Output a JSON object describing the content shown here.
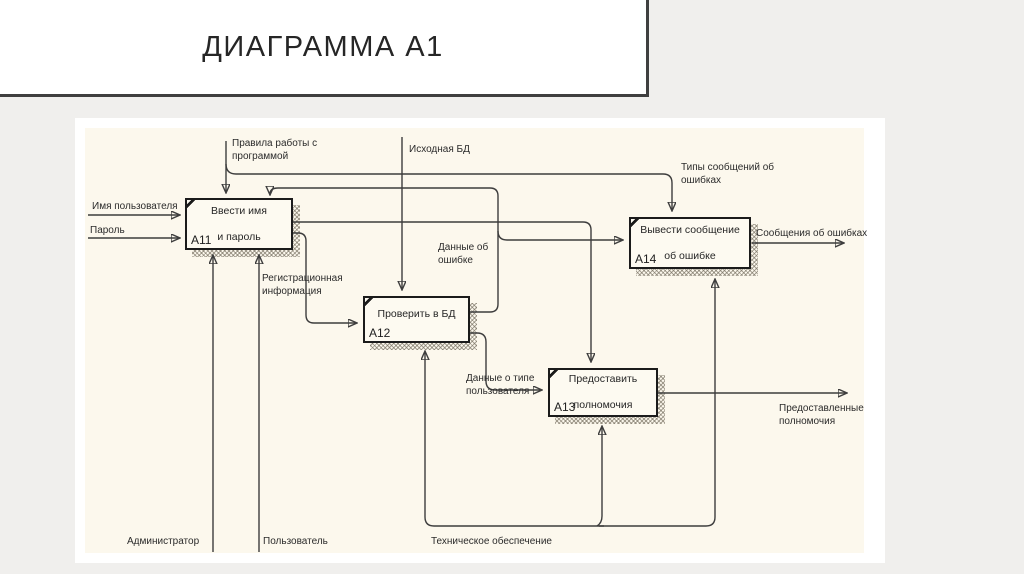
{
  "page": {
    "title": "ДИАГРАММА А1"
  },
  "diagram": {
    "boxes": [
      {
        "id": "А11",
        "line1": "Ввести имя",
        "line2": "и пароль"
      },
      {
        "id": "А12",
        "line1": "Проверить в БД",
        "line2": ""
      },
      {
        "id": "А13",
        "line1": "Предоставить",
        "line2": "полномочия"
      },
      {
        "id": "А14",
        "line1": "Вывести сообщение",
        "line2": "об ошибке"
      }
    ],
    "labels": {
      "rules_l1": "Правила работы с",
      "rules_l2": "программой",
      "source_db": "Исходная БД",
      "err_types_l1": "Типы сообщений об",
      "err_types_l2": "ошибках",
      "username": "Имя пользователя",
      "password": "Пароль",
      "reg_l1": "Регистрационная",
      "reg_l2": "информация",
      "errdata_l1": "Данные об",
      "errdata_l2": "ошибке",
      "usertype_l1": "Данные о типе",
      "usertype_l2": "пользователя",
      "err_msgs": "Сообщения об ошибках",
      "granted_l1": "Предоставленные",
      "granted_l2": "полномочия",
      "admin": "Администратор",
      "user": "Пользователь",
      "tech": "Техническое обеспечение"
    },
    "colors": {
      "line": "#3d3d3d",
      "canvas": "#fcf8ed",
      "page_bg": "#f0efed"
    }
  }
}
